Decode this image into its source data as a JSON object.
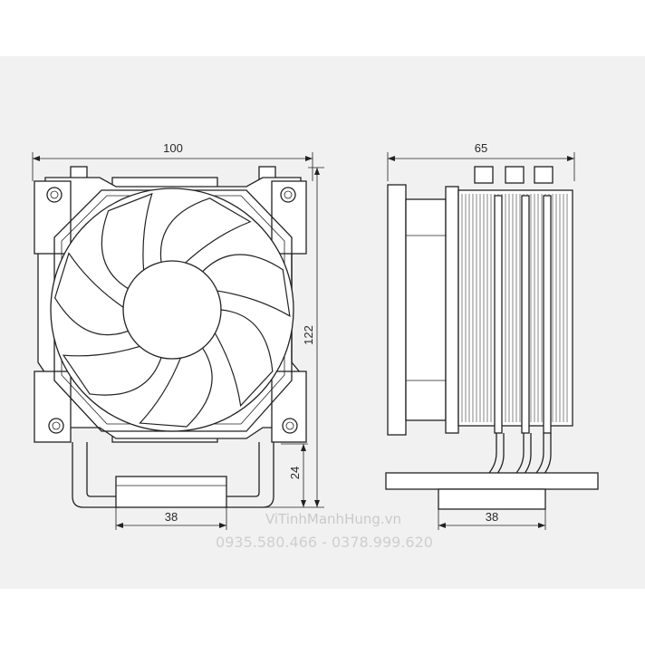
{
  "front_view": {
    "width_label": "100",
    "height_label": "122",
    "heatpipe_height_label": "24",
    "base_width_label": "38"
  },
  "side_view": {
    "depth_label": "65",
    "base_width_label": "38"
  },
  "watermark": {
    "site": "ViTinhManhHung.vn",
    "phones": "0935.580.466 - 0378.999.620"
  }
}
